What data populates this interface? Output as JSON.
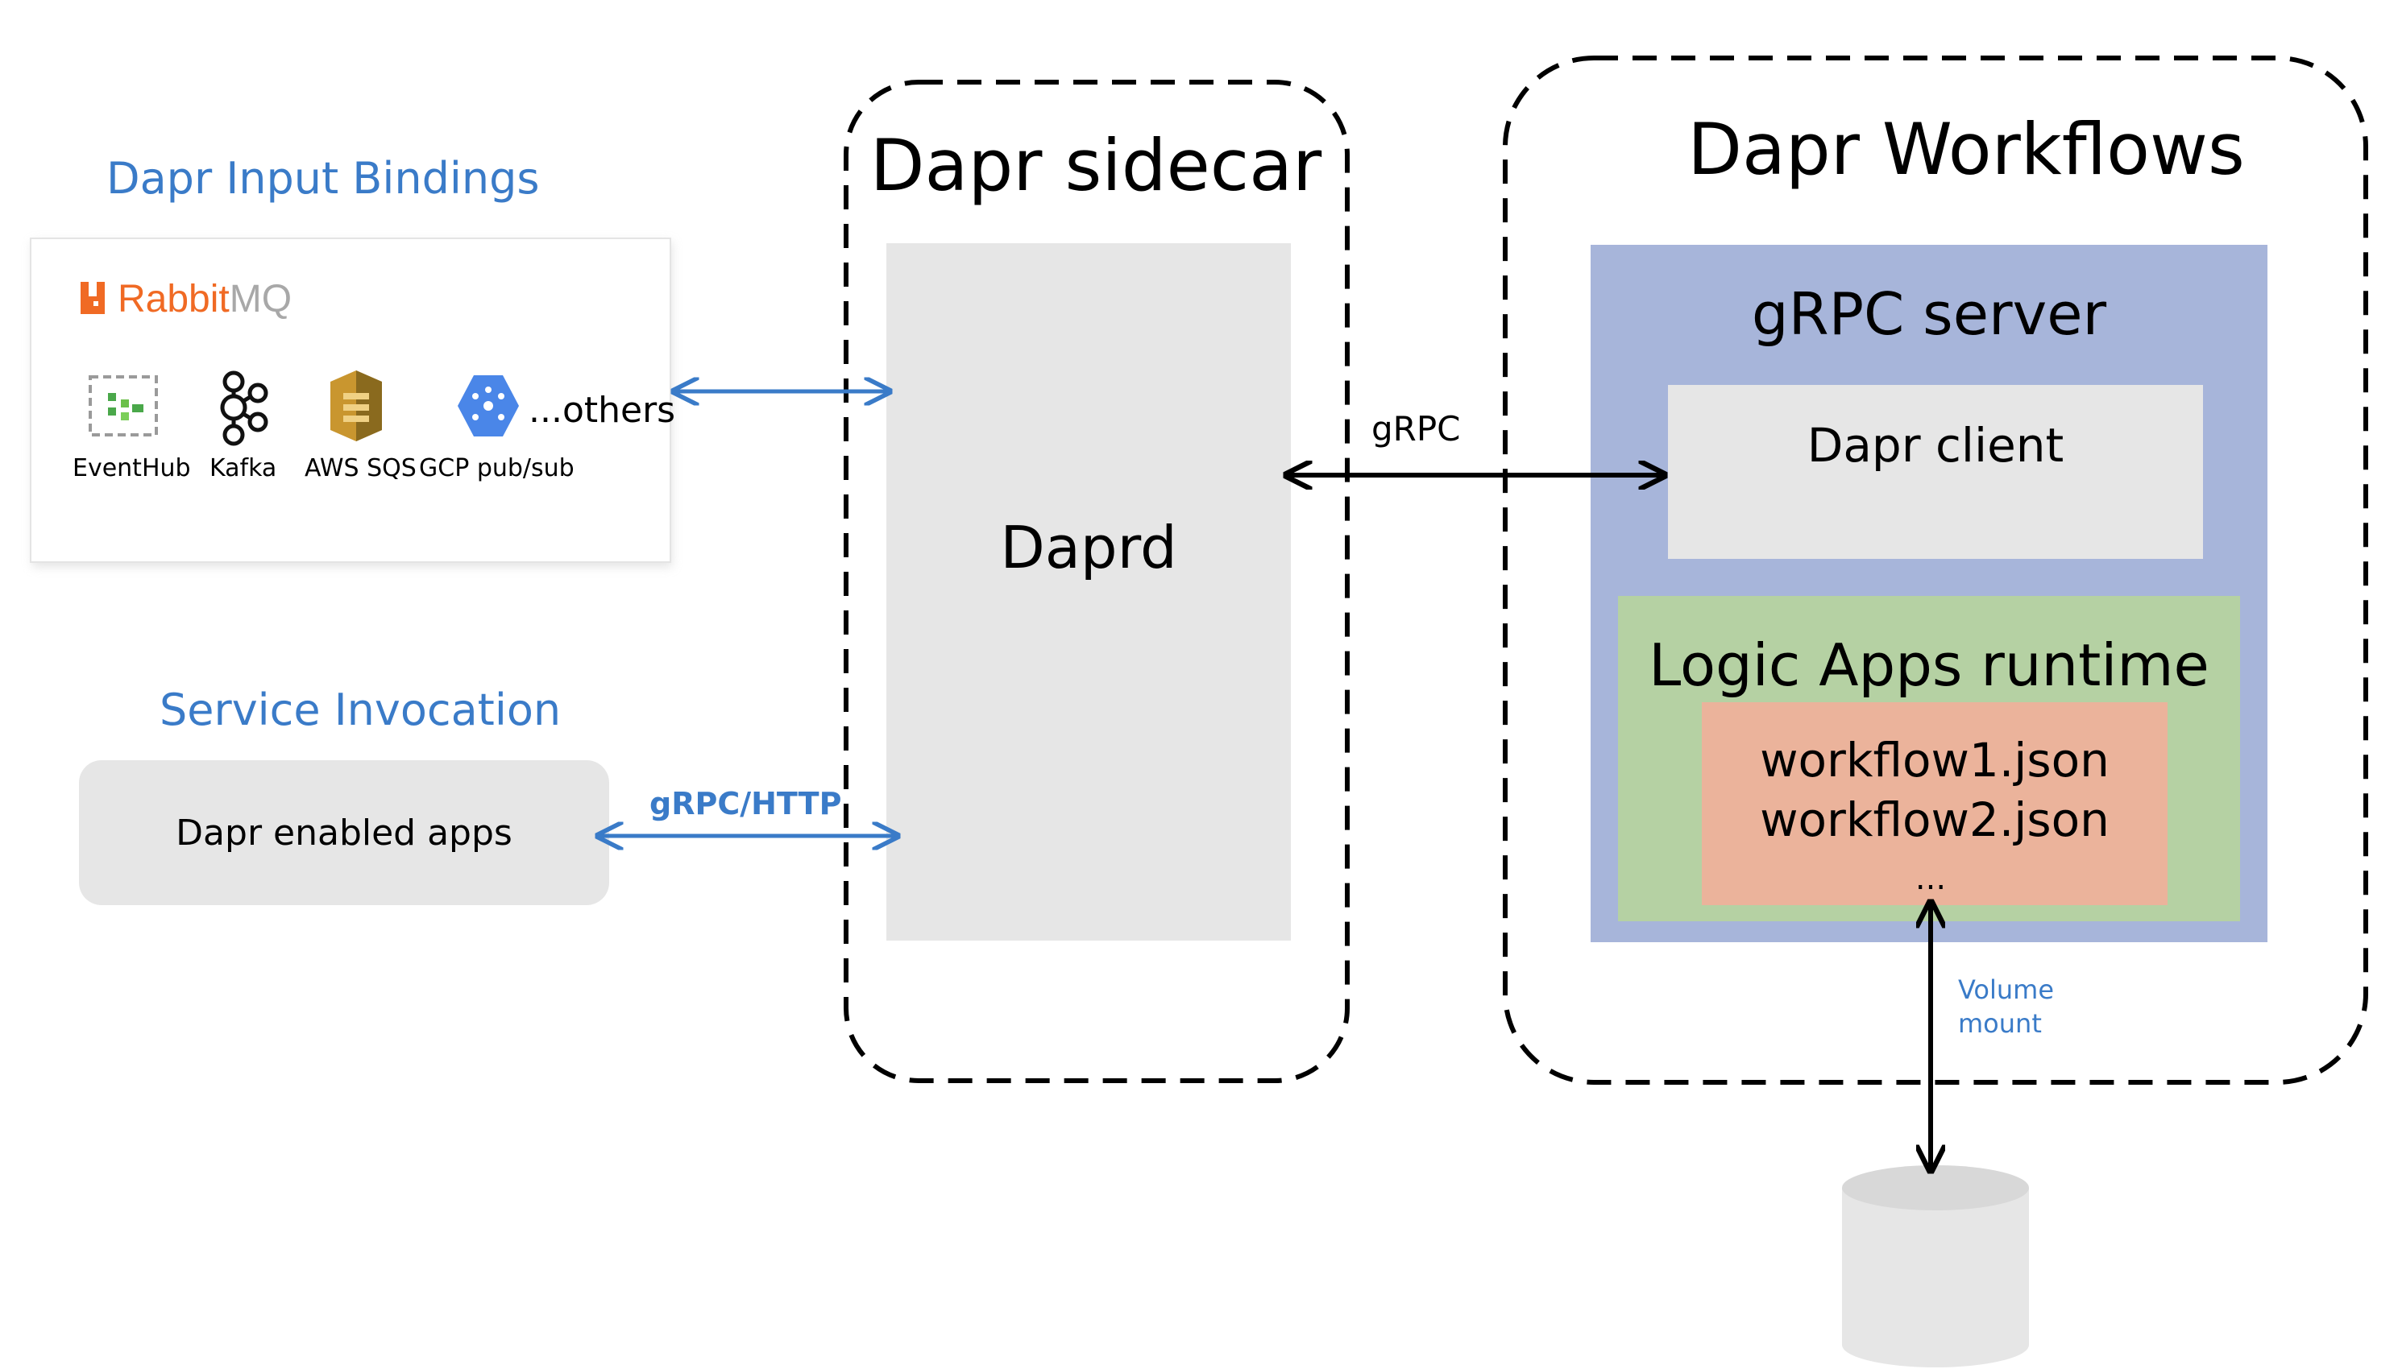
{
  "input_bindings": {
    "title": "Dapr Input Bindings",
    "rabbit_prefix": "Rabbit",
    "rabbit_suffix": "MQ",
    "services": [
      {
        "label": "EventHub",
        "icon": "eventhub-icon"
      },
      {
        "label": "Kafka",
        "icon": "kafka-icon"
      },
      {
        "label": "AWS SQS",
        "icon": "aws-sqs-icon"
      },
      {
        "label": "GCP pub/sub",
        "icon": "gcp-pubsub-icon"
      }
    ],
    "others": "...others"
  },
  "service_invocation": {
    "title": "Service Invocation",
    "apps_label": "Dapr enabled apps",
    "protocol": "gRPC/HTTP"
  },
  "sidecar": {
    "title": "Dapr sidecar",
    "daprd": "Daprd"
  },
  "link_grpc": "gRPC",
  "workflows": {
    "title": "Dapr Workflows",
    "grpc_server": "gRPC server",
    "dapr_client": "Dapr client",
    "runtime": "Logic Apps runtime",
    "files": [
      "workflow1.json",
      "workflow2.json"
    ],
    "ellipsis": "...",
    "volume_mount_1": "Volume",
    "volume_mount_2": "mount"
  },
  "colors": {
    "blue_text": "#3a7bc8",
    "grpc_server_bg": "#a7b5da",
    "runtime_bg": "#b5d1a3",
    "workflow_bg": "#ebb39b",
    "box_gray": "#e6e6e6",
    "rabbit_orange": "#f06a24"
  }
}
